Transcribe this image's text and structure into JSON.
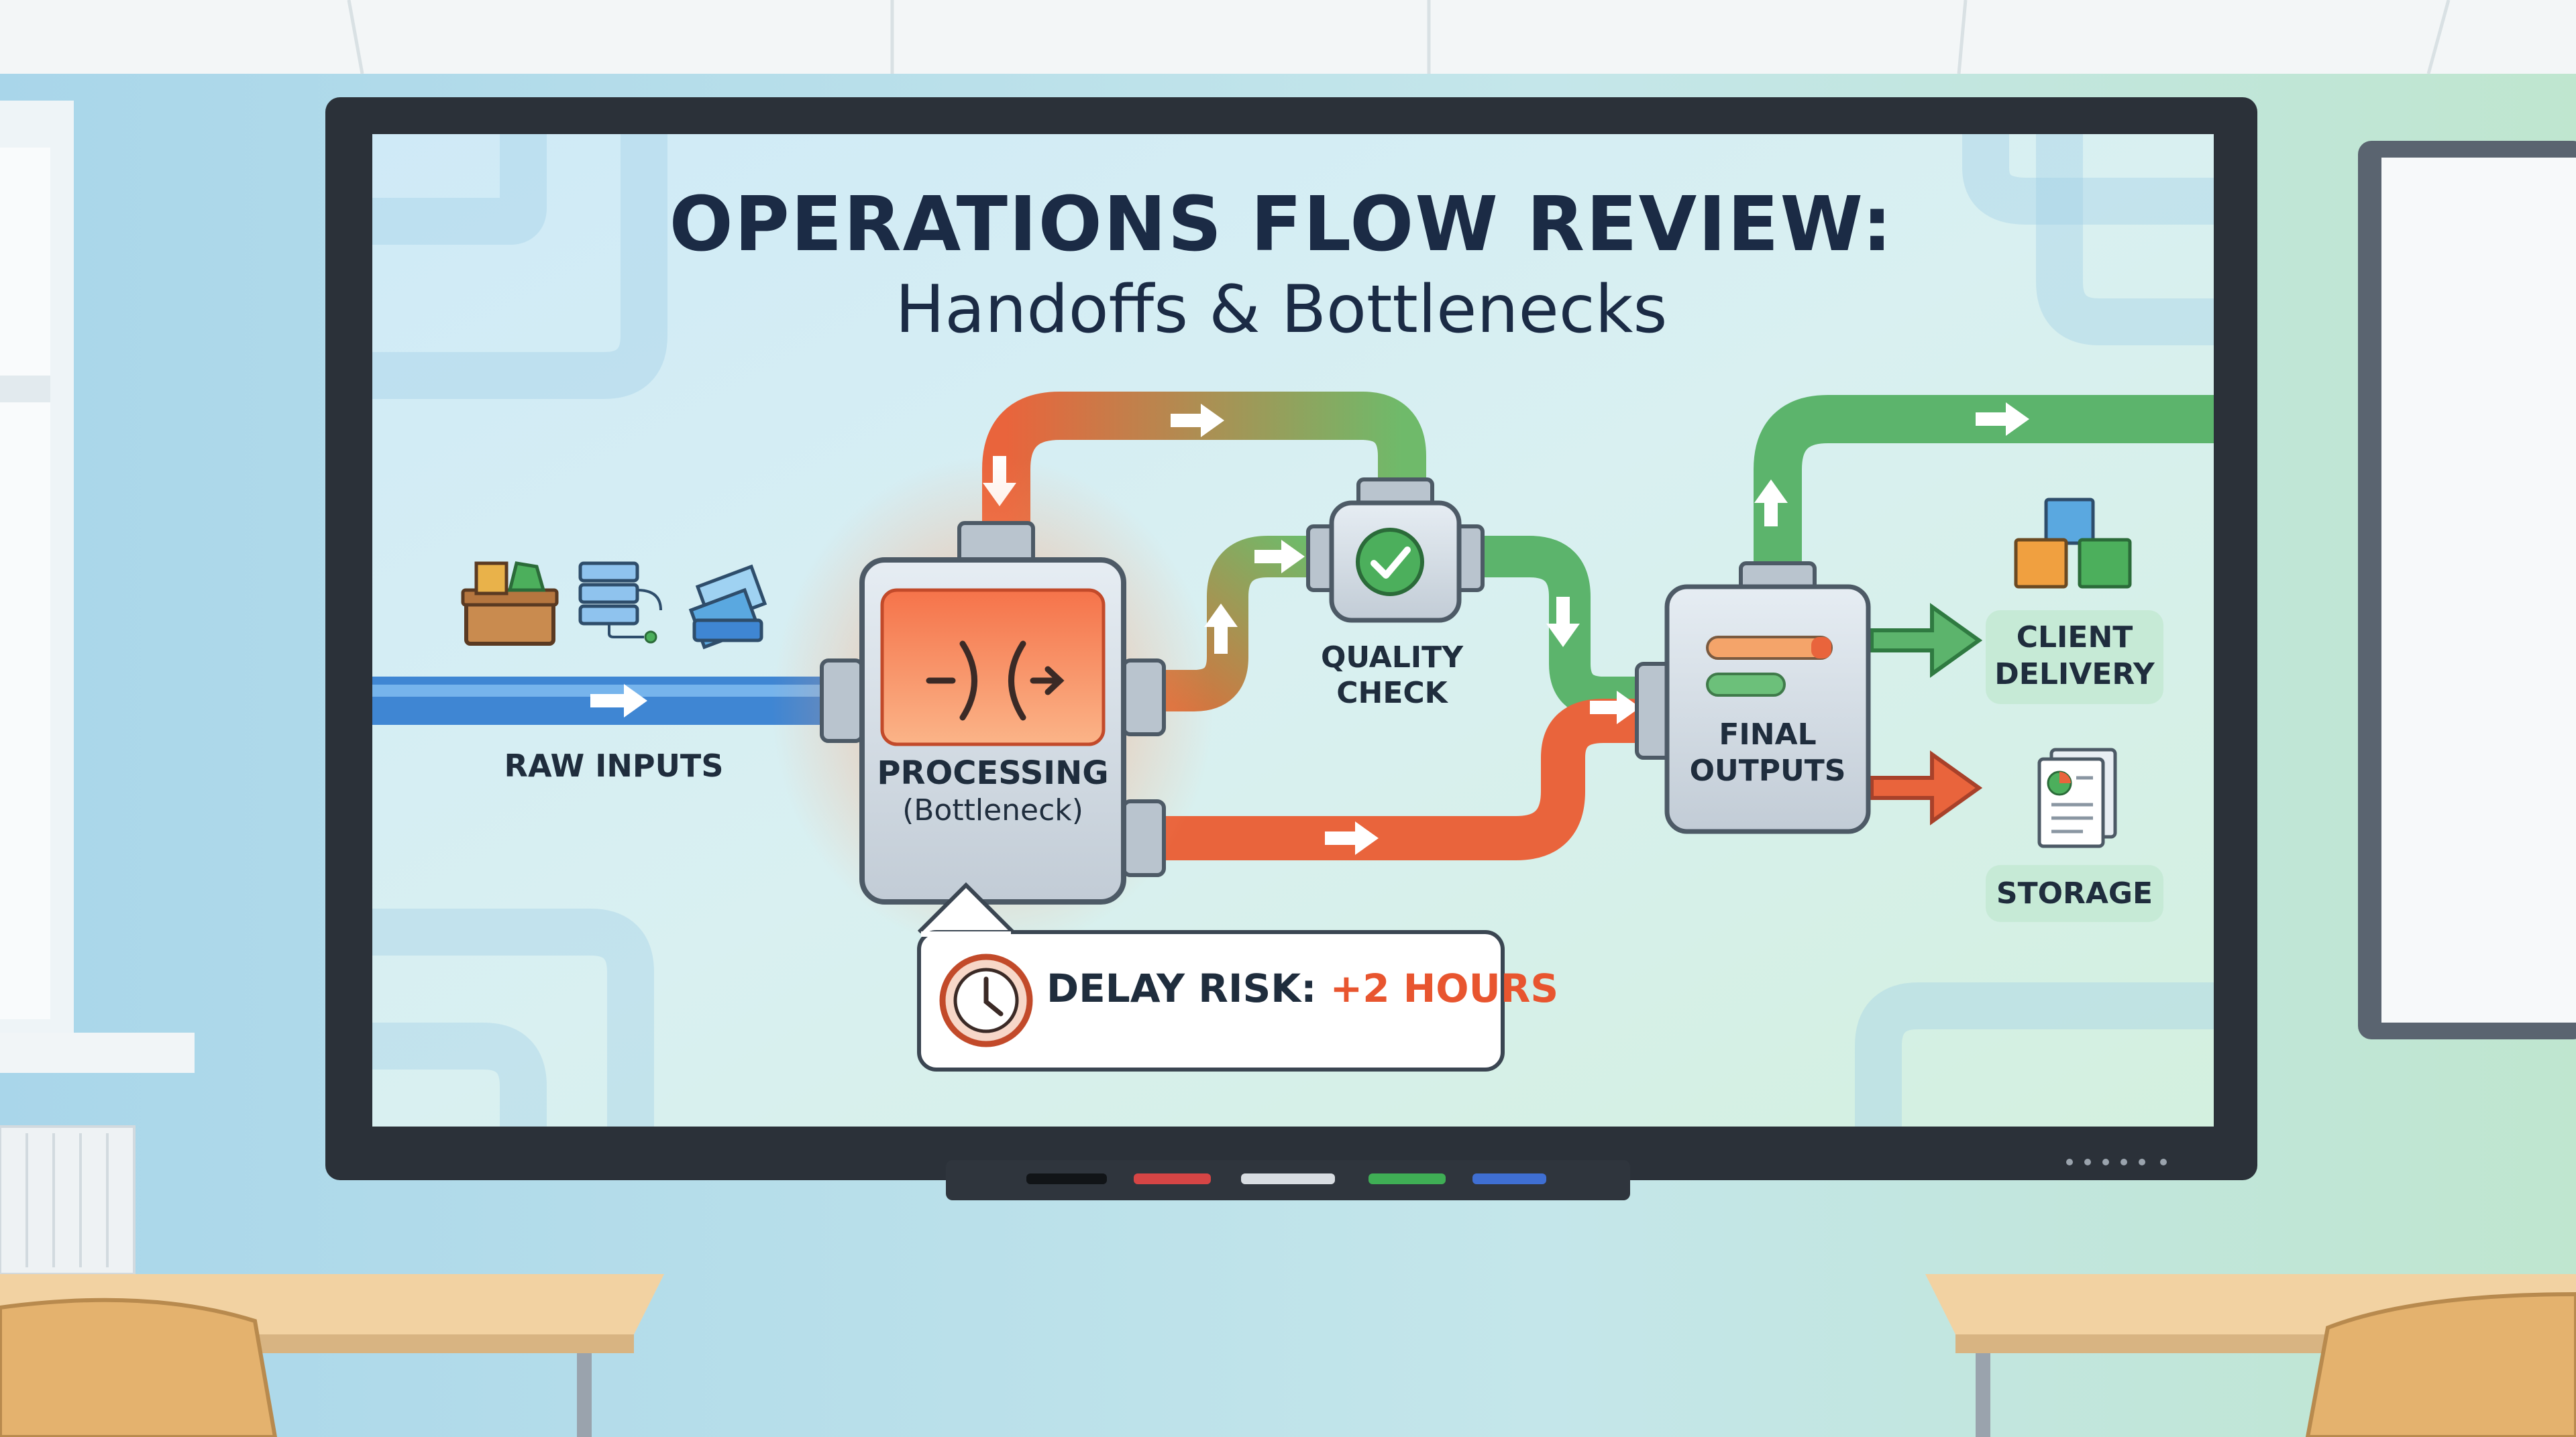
{
  "slide": {
    "title": "OPERATIONS FLOW REVIEW:",
    "subtitle": "Handoffs & Bottlenecks"
  },
  "nodes": {
    "raw_inputs": "RAW INPUTS",
    "processing": "PROCESSING",
    "processing_note": "(Bottleneck)",
    "quality_check_line1": "QUALITY",
    "quality_check_line2": "CHECK",
    "final_outputs_line1": "FINAL",
    "final_outputs_line2": "OUTPUTS",
    "client_delivery_line1": "CLIENT",
    "client_delivery_line2": "DELIVERY",
    "storage": "STORAGE"
  },
  "callout": {
    "label": "DELAY RISK:",
    "value": "+2 HOURS"
  },
  "icons": {
    "crate": "crate-icon",
    "server": "server-icon",
    "documents": "documents-icon",
    "clock": "clock-icon",
    "check": "checkmark-icon",
    "cubes": "cubes-icon",
    "report": "report-icon",
    "bottleneck": "bottleneck-icon"
  },
  "colors": {
    "pipe_blue": "#4a90d9",
    "pipe_orange": "#e9643c",
    "pipe_green": "#5cb46c",
    "accent_red": "#e8552f",
    "title": "#1b2b45"
  }
}
